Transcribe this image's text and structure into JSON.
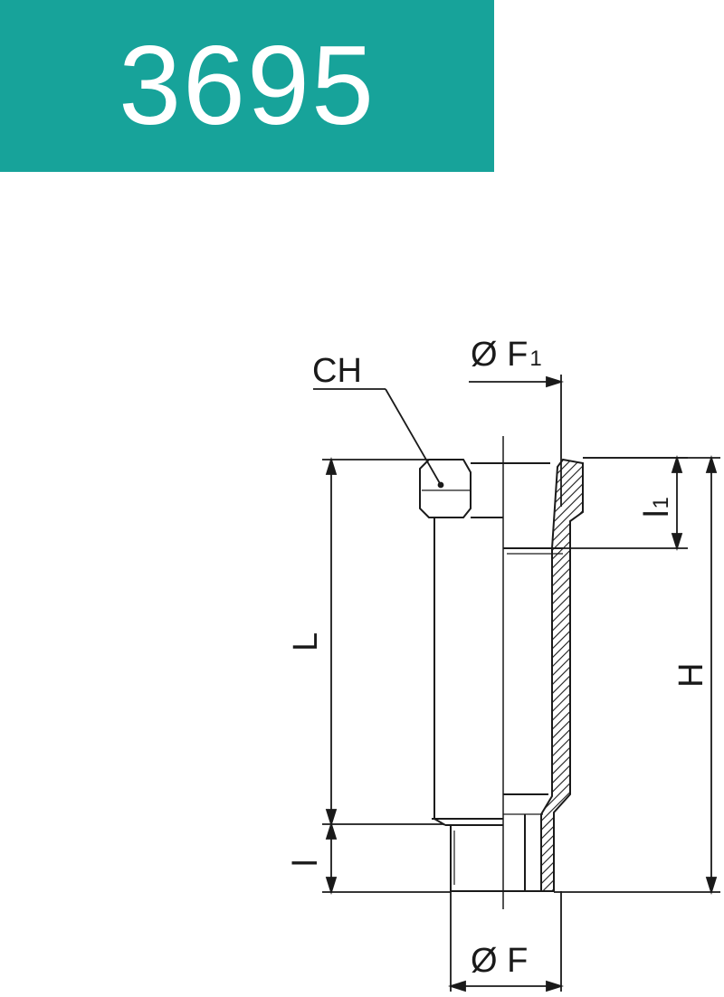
{
  "header": {
    "code": "3695",
    "accent_color": "#17a39a"
  },
  "drawing": {
    "labels": {
      "ch": "CH",
      "f1": "Ø F",
      "f1_sub": "1",
      "l1": "l",
      "l1_sub": "1",
      "L": "L",
      "H": "H",
      "l": "l",
      "f": "Ø F"
    }
  }
}
